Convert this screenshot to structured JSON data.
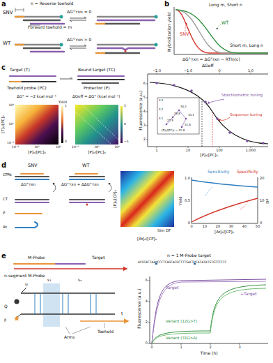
{
  "diagram": {
    "labels": [
      "a",
      "SNV",
      "n = Reverse toehold",
      "Forward toehold = m",
      "ΔG°′rxn ≈ 0",
      "WT",
      "ΔG°′rxn > 0",
      "b",
      "Hybridization yield",
      "Long m, Short n",
      "WT",
      "SNV",
      "Short m, Long n",
      "ΔG°′rxn = ΔG°rxn − RTln(c)",
      "c",
      "Target (T)",
      "Bound target (TC)",
      "Toehold probe (PC)",
      "Protector (P)",
      "ΔG° = −2 kcal mol⁻¹",
      "ΔGeff = ΔG° (kcal mol⁻¹)",
      "[T]₀/[PC]₀",
      "[P]₀/[PC]₀",
      "[P]₀/[PC]₀",
      "Yield",
      "10⁻⁴",
      "10⁰",
      "10⁴",
      "10⁻⁴",
      "10⁰",
      "10⁴",
      "10⁴",
      "10⁰",
      "10⁻⁴",
      "1",
      "0",
      "5",
      "0",
      "−5",
      "ΔGeff",
      "−2.0",
      "−1.0",
      "0",
      "1.0",
      "Fluorescence (a.u.)",
      "2",
      "3",
      "4",
      "5",
      "6",
      "1",
      "10",
      "100",
      "1,000",
      "[P]₀/[PC]₀",
      "Stoichiometric tuning",
      "Sequence tuning",
      "4.3",
      "4.2",
      "4.1",
      "27.5",
      "28.8",
      "30.2",
      "33.1",
      "31.8",
      "[P]₀/[PC]₀ = 31.8",
      "d",
      "SNV",
      "WT",
      "CPAt",
      "ΔG°′rxn",
      "ΔG°′rxn + ΔΔG°′rxn",
      "CT",
      "P",
      "At",
      "Sim DF",
      "[P]₀/[CP]₀",
      "[At]₀/[CP]₀",
      "Sensitivity",
      "Specificity",
      "Yield",
      "DF",
      "1.0",
      "0.5",
      "0",
      "20",
      "10",
      "0",
      "0",
      "10",
      "20",
      "30",
      "40",
      "50",
      "[At]₀/[CP]₀",
      "e",
      "M-Probe",
      "Target",
      "n-segment M-Probe",
      "Q",
      "F",
      "u",
      "s₁",
      "sₙ",
      "t",
      "Arms",
      "Toehold",
      "n = 1 M-Probe target",
      "ACGCACTAA",
      "G",
      "CCCTCAGCACGCTTTGACT",
      "G",
      "CATATATGTGTTTCTC",
      "Fluorescence (a.u.)",
      "0",
      "2",
      "4",
      "6",
      "0",
      "1",
      "2",
      "3",
      "Time (h)",
      "Target",
      "+Target",
      "Variant (12G>T)",
      "Variant (31G>A)"
    ]
  }
}
